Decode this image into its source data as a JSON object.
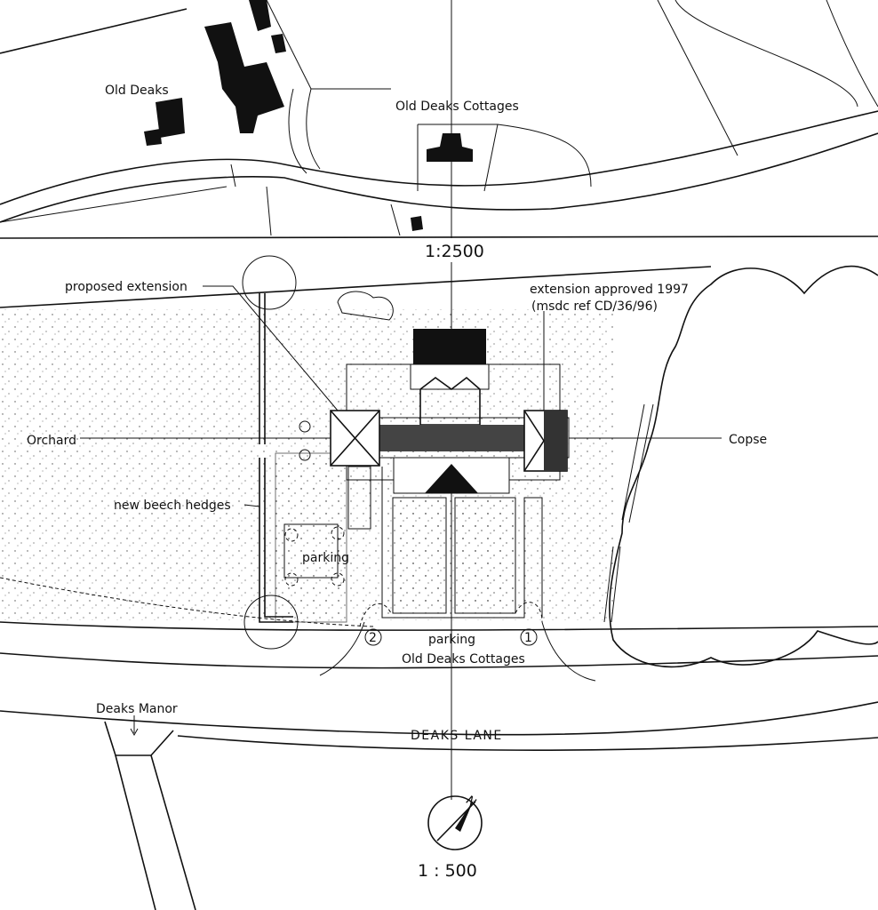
{
  "location_map": {
    "scale": "1:2500",
    "labels": {
      "old_deaks": "Old Deaks",
      "old_deaks_cottages": "Old Deaks Cottages"
    }
  },
  "site_plan": {
    "scale": "1 : 500",
    "north_label": "N",
    "labels": {
      "proposed_extension": "proposed extension",
      "extension_approved": "extension approved 1997",
      "msdc_ref": "(msdc ref CD/36/96)",
      "orchard": "Orchard",
      "copse": "Copse",
      "new_beech_hedges": "new beech hedges",
      "parking_side": "parking",
      "parking_front": "parking",
      "parking_front_owner": "Old Deaks Cottages",
      "marker_2": "2",
      "marker_1": "1",
      "deaks_manor": "Deaks Manor",
      "road": "DEAKS LANE"
    }
  }
}
